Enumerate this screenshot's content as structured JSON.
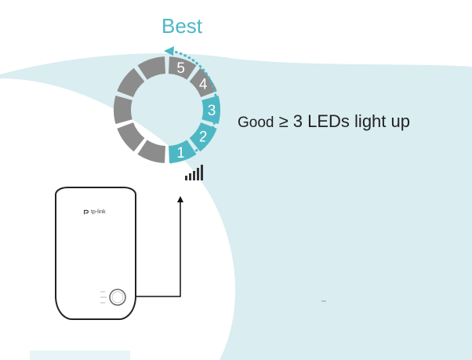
{
  "title": "Best",
  "caption": {
    "prefix": "Good",
    "rest": " ≥ 3 LEDs light up"
  },
  "device": {
    "brand": "tp-link"
  },
  "leds": [
    {
      "label": "1",
      "lit": true
    },
    {
      "label": "2",
      "lit": true
    },
    {
      "label": "3",
      "lit": true
    },
    {
      "label": "4",
      "lit": false
    },
    {
      "label": "5",
      "lit": false
    }
  ],
  "colors": {
    "lit": "#4db8c4",
    "unlit": "#8c8c8c",
    "arrow": "#4db8c4",
    "background_shape": "#daedf1",
    "line": "#111111"
  },
  "icons": [
    "signal-bars-icon",
    "dotted-arrow-icon",
    "connector-arrow-icon",
    "tp-link-logo-icon"
  ]
}
